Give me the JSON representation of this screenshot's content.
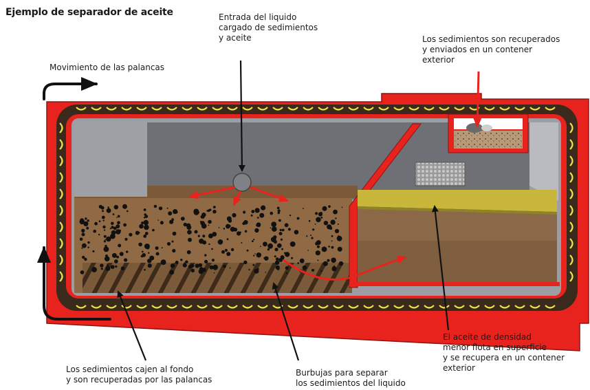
{
  "title": "Ejemplo de separador de aceite",
  "labels": {
    "inlet": [
      "Entrada del liquido",
      "cargado de sedimientos",
      "y aceite"
    ],
    "lever_motion": [
      "Movimiento de las palancas"
    ],
    "recovered": [
      "Los sedimientos son recuperados",
      "y enviados en un contener",
      "exterior"
    ],
    "oil": [
      "El aceite de densidad",
      "menor flota en superficie",
      "y se recupera en un contener",
      "exterior"
    ],
    "sediment_fall": [
      "Los sedimientos cajen al fondo",
      "y son recuperadas por las palancas"
    ],
    "bubbles": [
      "Burbujas para separar",
      "los sedimientos del liquido"
    ]
  },
  "colors": {
    "tank_red": "#e8231e",
    "tank_dark": "#3a2a1c",
    "paddle_yellow": "#f2e24a",
    "sludge_brown": "#8f6a45",
    "oil_yellow": "#c9b73c",
    "wall_grey": "#8d8f93",
    "arrow_black": "#111111",
    "arrow_red": "#e8231e"
  }
}
